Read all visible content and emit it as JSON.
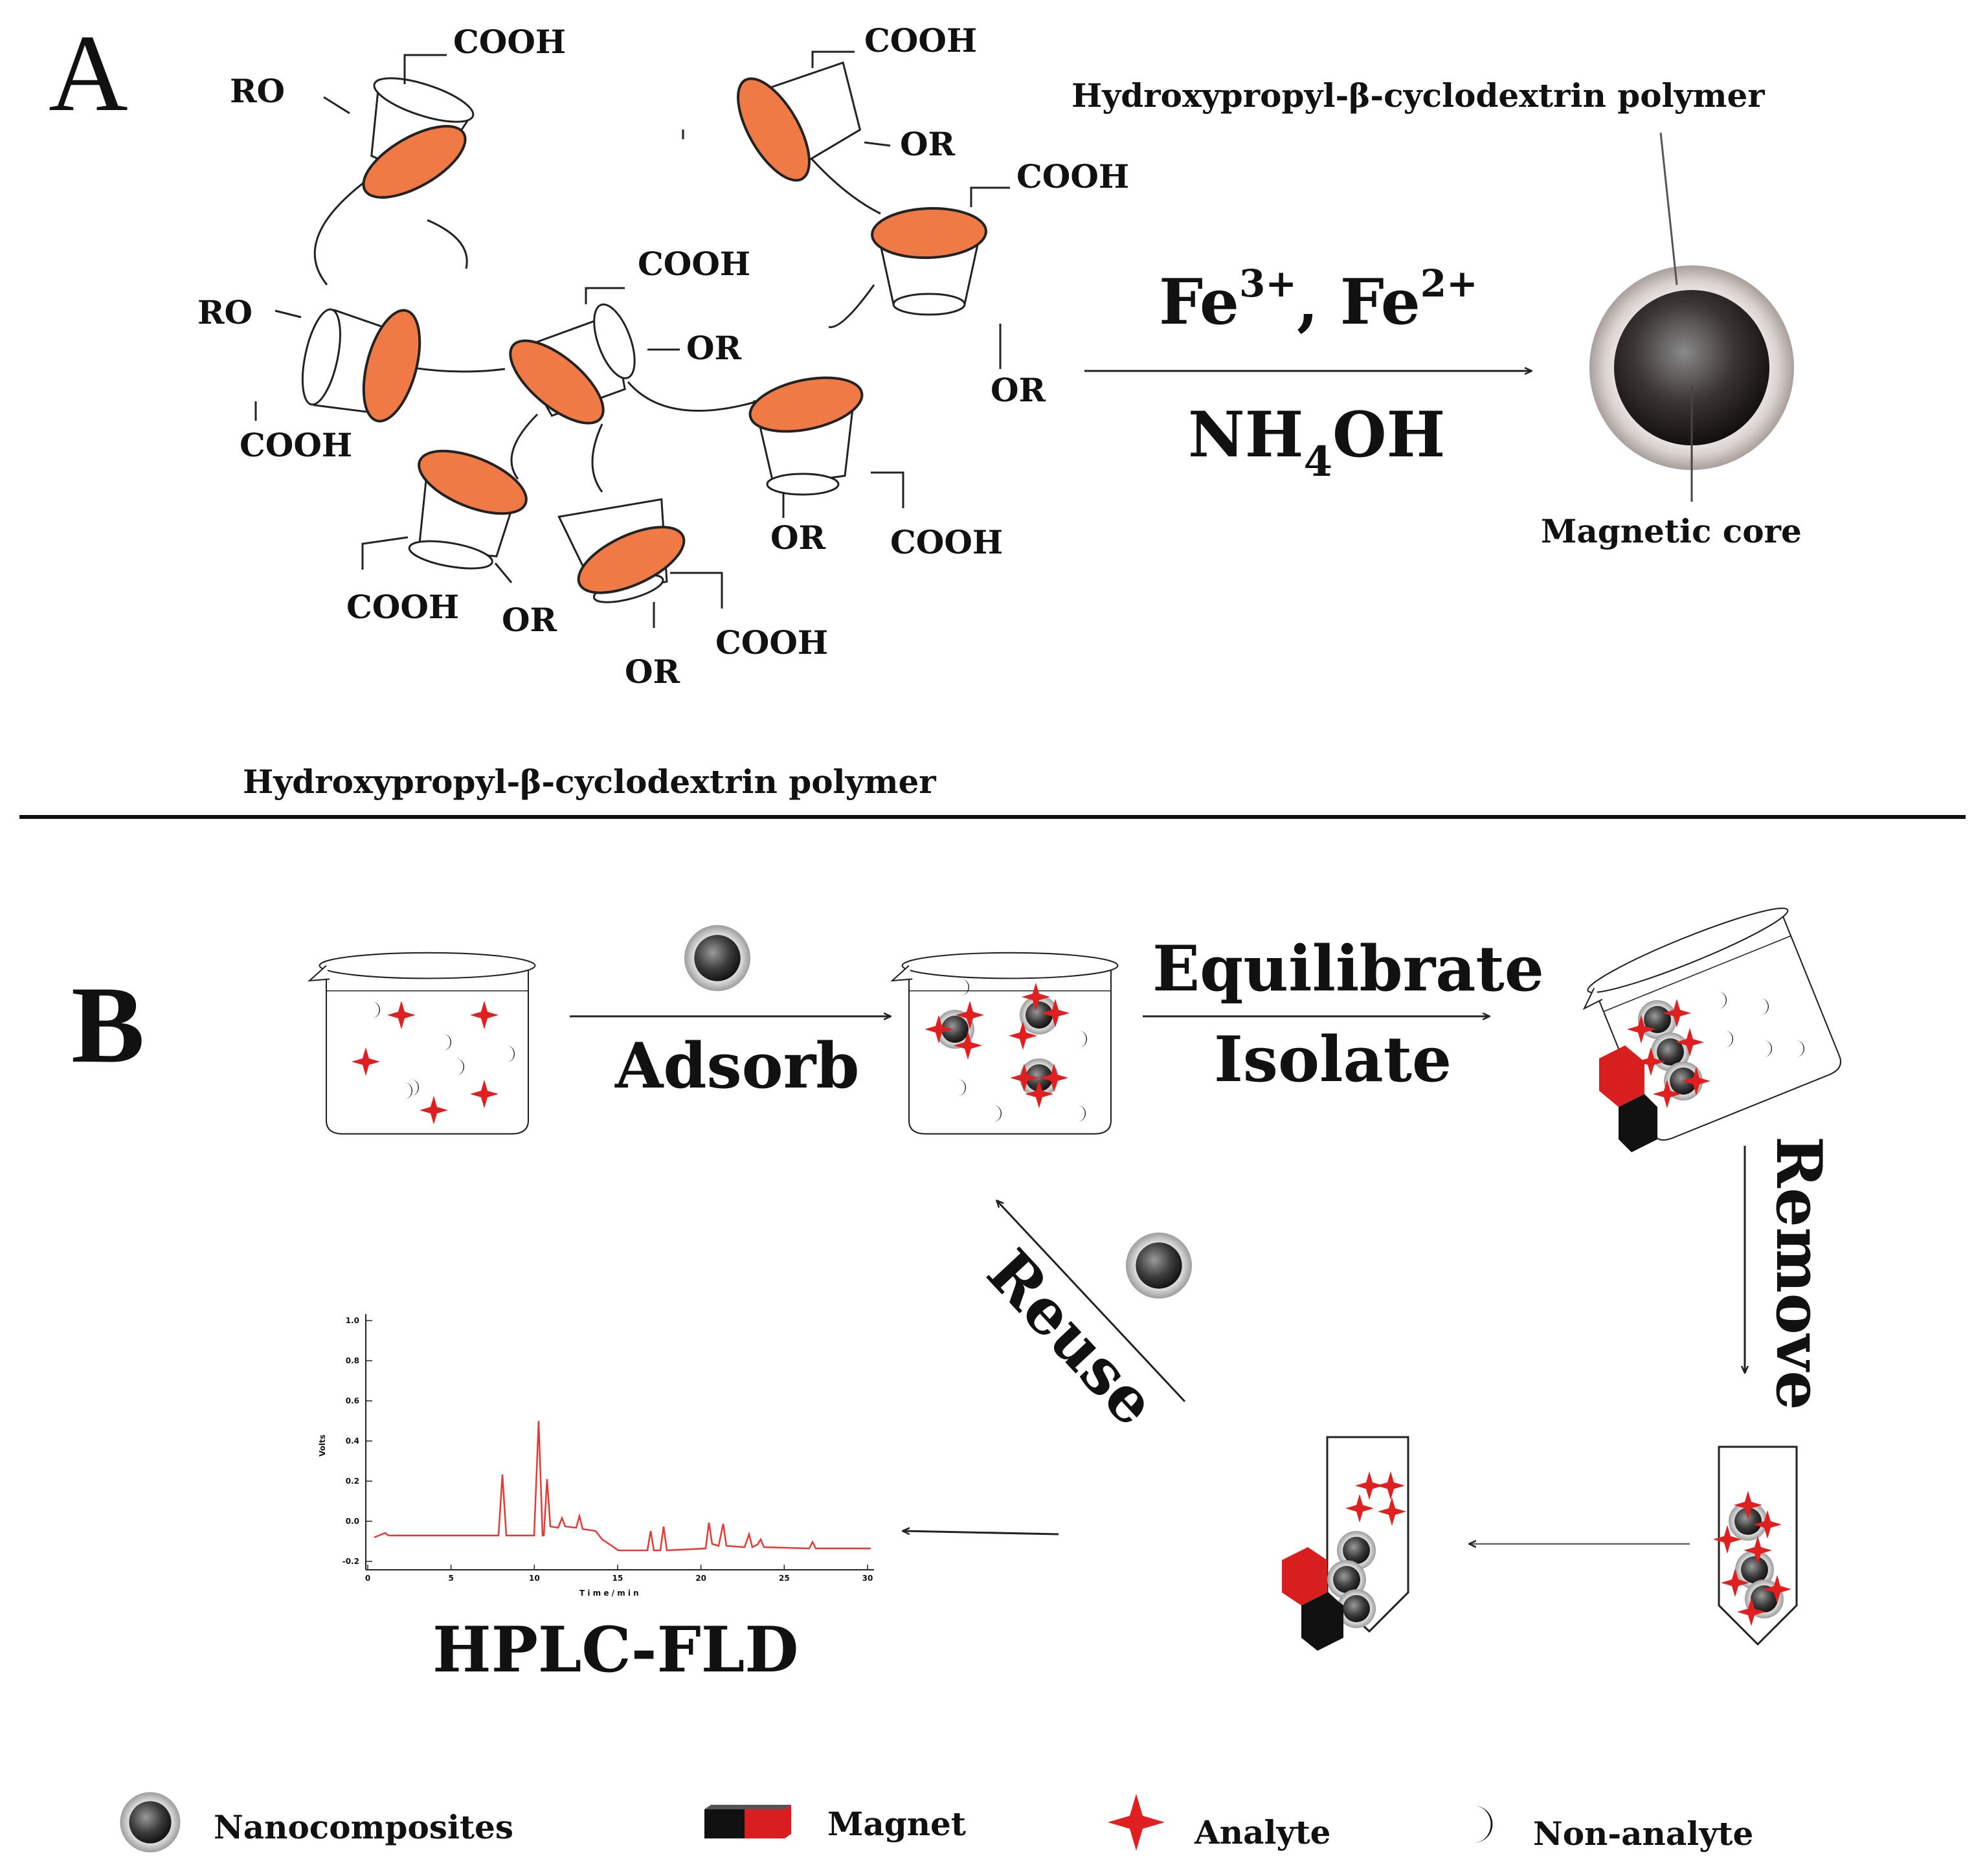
{
  "panel_a": {
    "label": "A",
    "groups": {
      "cooh": "COOH",
      "or": "OR",
      "ro": "RO"
    },
    "reagent_top": "Fe",
    "reagent_top_charge1": "3+",
    "reagent_top_sep": ", Fe",
    "reagent_top_charge2": "2+",
    "reagent_bottom_a": "NH",
    "reagent_bottom_sub": "4",
    "reagent_bottom_b": "OH",
    "shell_label": "Hydroxypropyl-β-cyclodextrin polymer",
    "core_label": "Magnetic core",
    "polymer_caption": "Hydroxypropyl-β-cyclodextrin polymer"
  },
  "panel_b": {
    "label": "B",
    "step_adsorb": "Adsorb",
    "step_equilibrate": "Equilibrate",
    "step_isolate": "Isolate",
    "step_remove": "Remove",
    "step_reuse": "Reuse",
    "method": "HPLC-FLD",
    "chromatogram": {
      "y_label": "Volts",
      "x_label": "T i m e / m i n",
      "y_ticks": [
        "1.0",
        "0.8",
        "0.6",
        "0.4",
        "0.2",
        "0.0",
        "-0.2"
      ],
      "x_ticks": [
        "0",
        "5",
        "10",
        "15",
        "20",
        "25",
        "30"
      ],
      "trace_color": "#e53935"
    }
  },
  "legend": {
    "nanocomposites": "Nanocomposites",
    "magnet": "Magnet",
    "analyte": "Analyte",
    "non_analyte": "Non-analyte"
  },
  "colors": {
    "cavity": "#f07a45",
    "analyte": "#e02020",
    "magnet_red": "#d81e1e",
    "magnet_black": "#111111"
  }
}
